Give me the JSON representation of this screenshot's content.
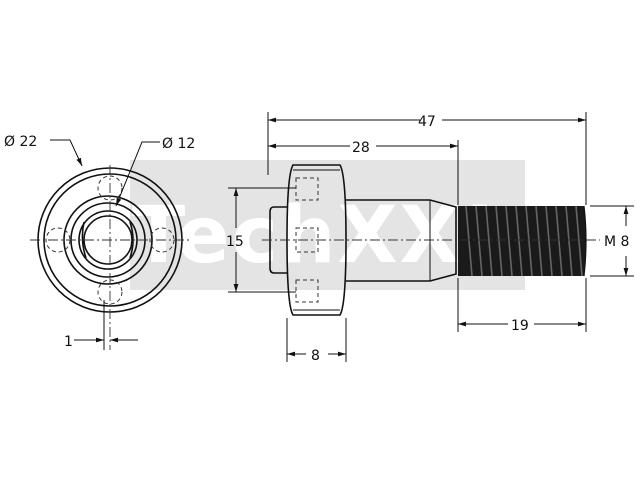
{
  "drawing": {
    "watermark_text": "TechXX!",
    "dimensions": {
      "outer_diameter": "Ø 22",
      "inner_diameter": "Ø 12",
      "offset": "1",
      "total_length": "47",
      "head_to_shoulder": "28",
      "head_height": "15",
      "head_width": "8",
      "thread_length": "19",
      "thread_size": "M 8"
    }
  }
}
